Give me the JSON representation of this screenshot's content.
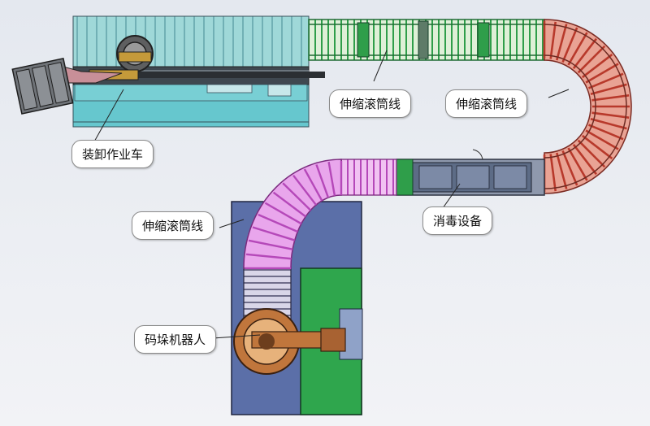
{
  "labels": {
    "loader": "装卸作业车",
    "tele_1": "伸缩滚筒线",
    "tele_2": "伸缩滚筒线",
    "tele_3": "伸缩滚筒线",
    "disinfect": "消毒设备",
    "robot": "码垛机器人"
  },
  "colors": {
    "background": "#e9ecf2",
    "container": "#9fd8d8",
    "truck_base": "#66c7ce",
    "straight_conveyor": "#2f9e4a",
    "curved_conveyor_right": "#c84a3a",
    "curved_conveyor_left": "#cf6ad3",
    "disinfect_unit": "#5d6c86",
    "robot_base": "#5b6fa8",
    "robot_platform": "#2fa64d",
    "robot_arm": "#c0763c"
  }
}
